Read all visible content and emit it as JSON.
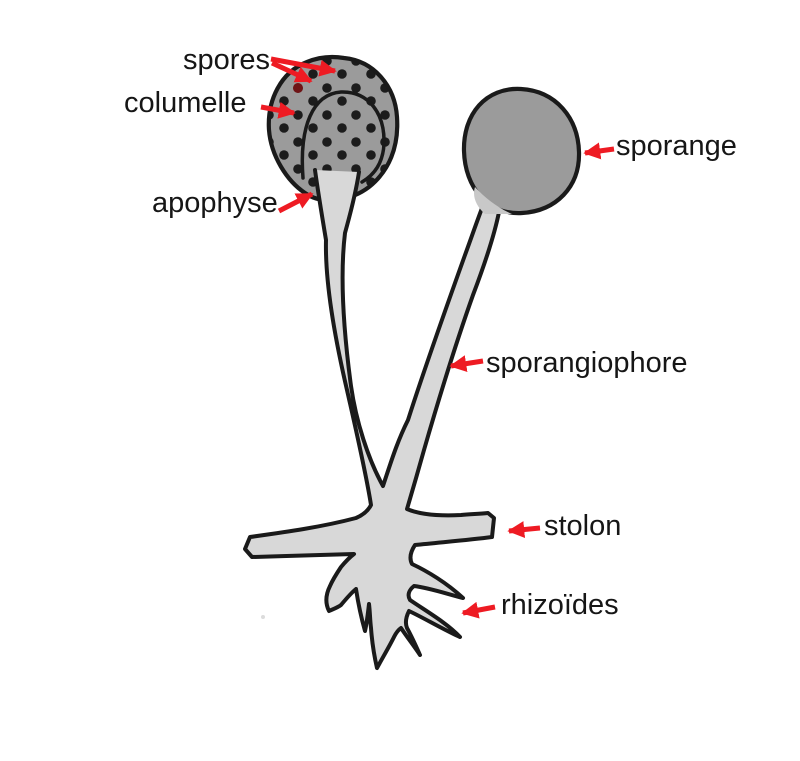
{
  "labels": {
    "spores": "spores",
    "columelle": "columelle",
    "apophyse": "apophyse",
    "sporange": "sporange",
    "sporangiophore": "sporangiophore",
    "stolon": "stolon",
    "rhizoides": "rhizoïdes"
  },
  "colors": {
    "arrow_red": "#ee1b23",
    "sporangium_gray": "#9b9b9b",
    "hypha_gray": "#d8d8d8",
    "outline_black": "#1a1a1a",
    "spore_dot": "#1c1c1c",
    "odd_spore_dot": "#6f1416",
    "attachment_patch": "#c8c8c8",
    "background": "#ffffff"
  }
}
